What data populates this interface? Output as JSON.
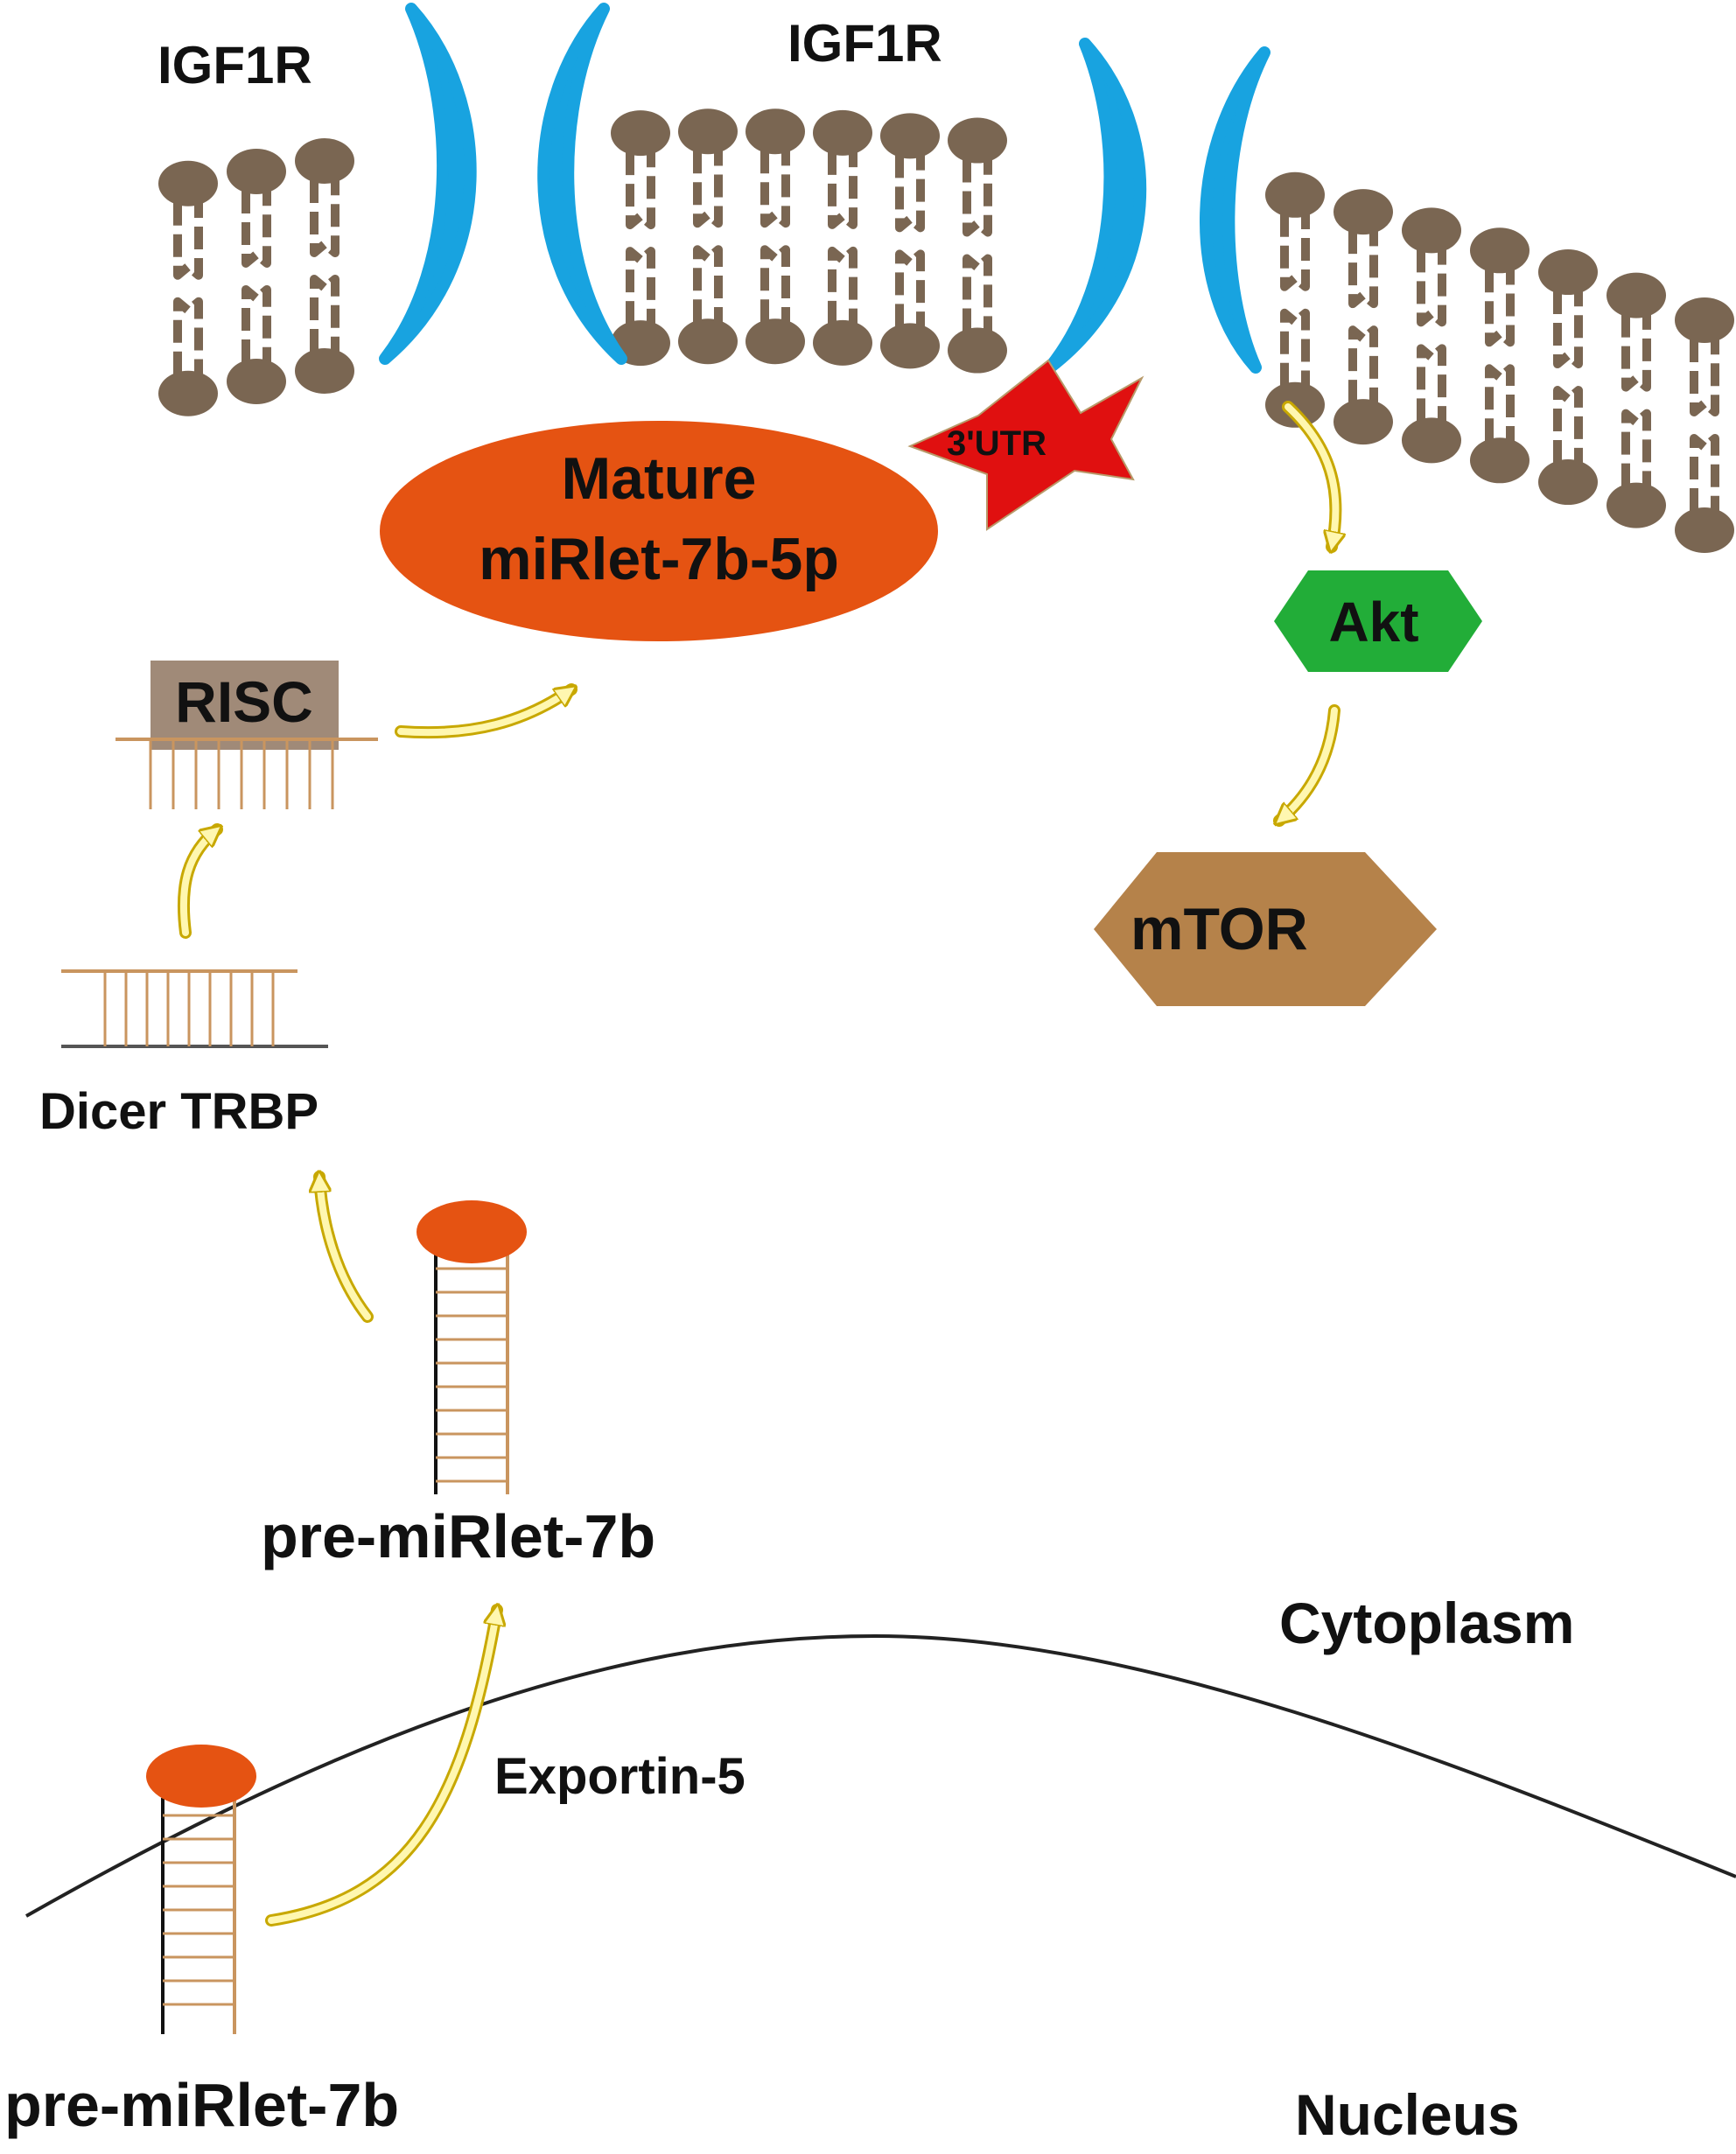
{
  "labels": {
    "igf1r_left": "IGF1R",
    "igf1r_center": "IGF1R",
    "utr": "3'UTR",
    "mature_line1": "Mature",
    "mature_line2": "miRlet-7b-5p",
    "akt": "Akt",
    "mtor": "mTOR",
    "risc": "RISC",
    "dicer": "Dicer TRBP",
    "pre_cyto": "pre-miRlet-7b",
    "cytoplasm": "Cytoplasm",
    "exportin": "Exportin-5",
    "pre_nuc": "pre-miRlet-7b",
    "nucleus": "Nucleus"
  },
  "colors": {
    "lipid": "#7a6652",
    "receptor": "#18a3e0",
    "mirna": "#e55312",
    "utr_star": "#e01010",
    "akt": "#22ad38",
    "mtor": "#b5824a",
    "risc_box": "#a08a78",
    "strand": "#c9955f",
    "arrow_fill": "#fff7b0",
    "arrow_edge": "#c8a800"
  }
}
